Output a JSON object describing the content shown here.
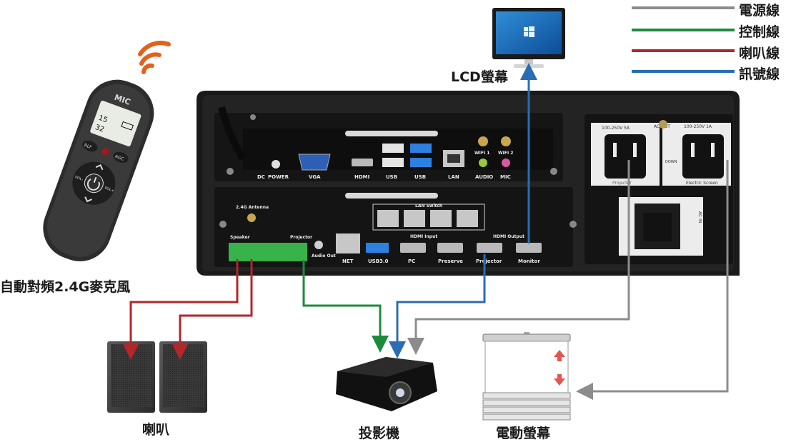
{
  "legend": [
    {
      "label": "電源線",
      "color": "#8c8c8c"
    },
    {
      "label": "控制線",
      "color": "#1e8a3c"
    },
    {
      "label": "喇叭線",
      "color": "#b3262a"
    },
    {
      "label": "訊號線",
      "color": "#2a6db5"
    }
  ],
  "labels": {
    "lcd": "LCD螢幕",
    "mic": "自動對頻2.4G麥克風",
    "speaker": "喇叭",
    "projector": "投影機",
    "screen": "電動螢幕"
  },
  "device": {
    "top_ports": [
      "DC",
      "POWER",
      "VGA",
      "HDMI",
      "USB",
      "USB",
      "LAN",
      "WIFI 1",
      "WIFI 2",
      "AUDIO",
      "MIC"
    ],
    "antenna": "2.4G Antenna",
    "lan_switch": "LAN Switch",
    "hdmi_input": "HDMI Input",
    "hdmi_output": "HDMI Output",
    "speaker_port": "Speaker",
    "projector_port": "Projector",
    "audio_out": "Audio Out",
    "bottom_ports": [
      "NET",
      "USB3.0",
      "PC",
      "Preserve",
      "Projector",
      "Monitor"
    ],
    "outlet_left": "100-250V 5A",
    "outlet_right": "100-250V 1A",
    "ac_out": "AC OUT",
    "down": "DOWN",
    "electric_screen": "Electric Screen",
    "projector_outlet": "Projector",
    "ac_in": "AC IN"
  },
  "mic_remote": {
    "brand": "MIC",
    "ch1": "15",
    "ch2": "32",
    "btn_left": "RLF",
    "btn_right": "AGC",
    "vol_minus": "VOL-",
    "vol_plus": "VOL+"
  },
  "colors": {
    "power": "#8c8c8c",
    "control": "#1e8a3c",
    "speaker": "#b3262a",
    "signal": "#2a6db5"
  }
}
